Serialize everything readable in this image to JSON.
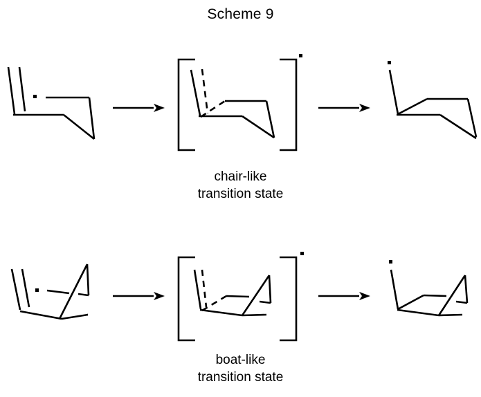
{
  "title": "Scheme 9",
  "captions": {
    "chair": {
      "line1": "chair-like",
      "line2": "transition state"
    },
    "boat": {
      "line1": "boat-like",
      "line2": "transition state"
    }
  },
  "colors": {
    "background": "#ffffff",
    "ink": "#000000"
  },
  "chart_data": {
    "type": "diagram",
    "title": "Scheme 9",
    "description": "Radical rearrangement scheme with two rows: a chair-like transition state pathway (top) and a boat-like transition state pathway (bottom). Each row shows reactant radical, bracketed transition state, and product radical, connected by reaction arrows.",
    "rows": [
      {
        "id": "chair-row",
        "caption": "chair-like transition state",
        "steps": [
          {
            "role": "reactant",
            "label": "hex-5-enyl radical (extended, chair geometry)",
            "radical": true
          },
          {
            "role": "transition-state",
            "label": "chair-like transition state",
            "bracketed": true,
            "radical": true,
            "dashed_bonds": 2
          },
          {
            "role": "product",
            "label": "cyclized radical product",
            "radical": true
          }
        ],
        "arrows": 2
      },
      {
        "id": "boat-row",
        "caption": "boat-like transition state",
        "steps": [
          {
            "role": "reactant",
            "label": "hex-5-enyl radical (folded, boat geometry)",
            "radical": true
          },
          {
            "role": "transition-state",
            "label": "boat-like transition state",
            "bracketed": true,
            "radical": true,
            "dashed_bonds": 2
          },
          {
            "role": "product",
            "label": "cyclized radical product",
            "radical": true
          }
        ],
        "arrows": 2
      }
    ]
  }
}
